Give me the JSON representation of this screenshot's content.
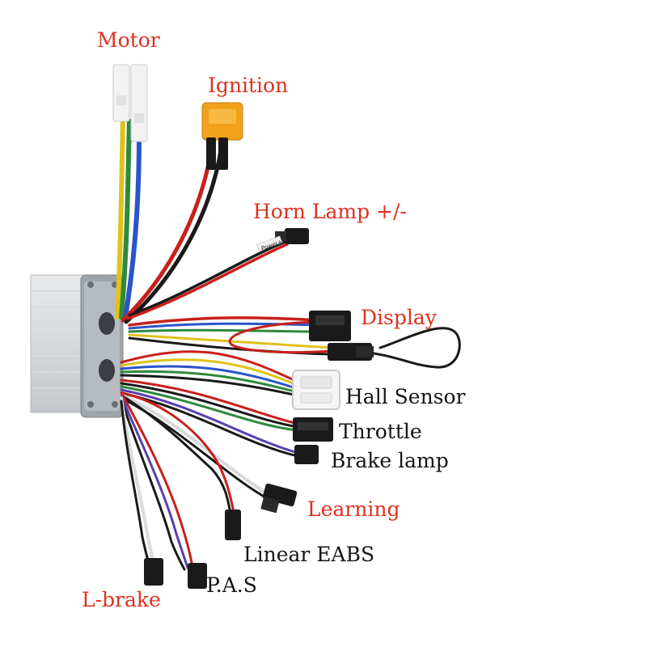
{
  "labels": {
    "motor": "Motor",
    "ignition": "Ignition",
    "horn_lamp": "Horn Lamp +/-",
    "display": "Display",
    "hall_sensor": "Hall Sensor",
    "throttle": "Throttle",
    "brake_lamp": "Brake lamp",
    "learning": "Learning",
    "linear_eabs": "Linear EABS",
    "pas": "P.A.S",
    "l_brake": "L-brake"
  },
  "small_text": {
    "horn_wire_tag": "Power+/-"
  },
  "colors": {
    "label_red": "#e0301e",
    "label_dark": "#141414",
    "wire_red": "#c8201c",
    "wire_black": "#1a1a1a",
    "wire_yellow": "#e0c21a",
    "wire_green": "#2f8a3a",
    "wire_blue": "#2a55c8",
    "wire_purple": "#5a3fb0",
    "wire_white": "#e6e6e6",
    "connector_orange": "#f1a21b",
    "housing": "#c9ccd0"
  }
}
